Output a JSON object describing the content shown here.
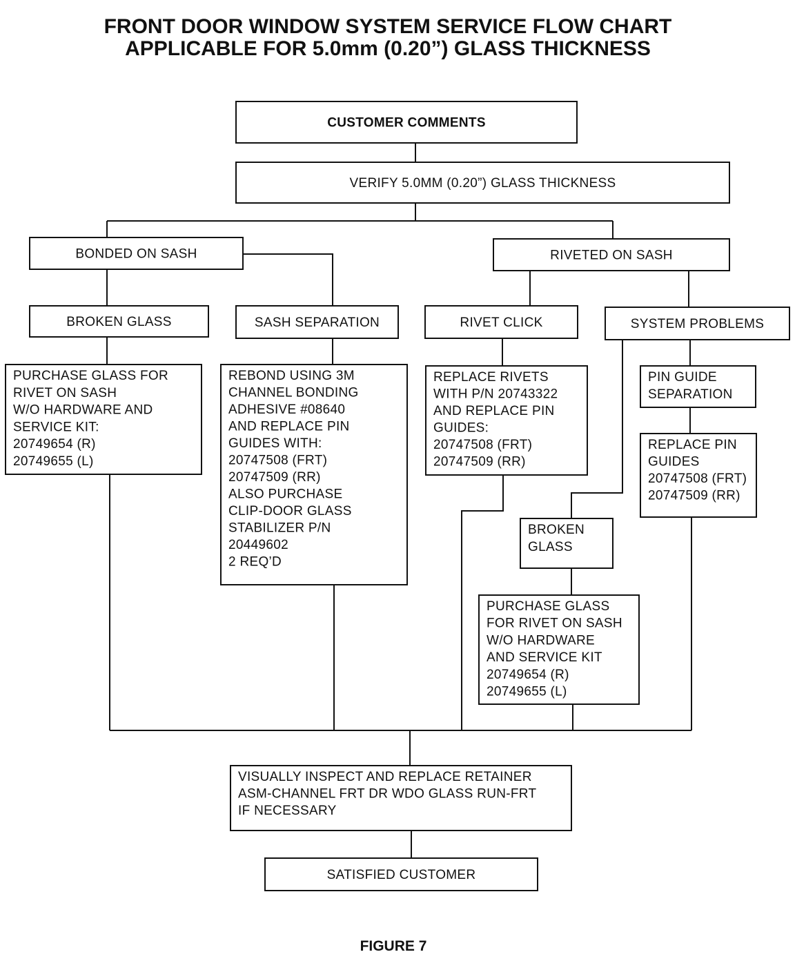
{
  "title": {
    "line1": "FRONT DOOR WINDOW SYSTEM SERVICE FLOW CHART",
    "line2": "APPLICABLE FOR 5.0mm (0.20”) GLASS THICKNESS"
  },
  "figure_label": "FIGURE 7",
  "nodes": {
    "customer_comments": [
      "CUSTOMER COMMENTS"
    ],
    "verify": [
      "VERIFY 5.0MM (0.20”) GLASS THICKNESS"
    ],
    "bonded": [
      "BONDED ON SASH"
    ],
    "riveted": [
      "RIVETED ON SASH"
    ],
    "broken_glass_1": [
      "BROKEN GLASS"
    ],
    "sash_separation": [
      "SASH SEPARATION"
    ],
    "rivet_click": [
      "RIVET CLICK"
    ],
    "system_problems": [
      "SYSTEM PROBLEMS"
    ],
    "purchase_glass_1": [
      "PURCHASE GLASS FOR",
      "RIVET ON SASH",
      "W/O HARDWARE AND",
      "SERVICE KIT:",
      "20749654 (R)",
      "20749655 (L)"
    ],
    "rebond": [
      "REBOND USING 3M",
      "CHANNEL BONDING",
      "ADHESIVE #08640",
      "AND REPLACE PIN",
      "GUIDES WITH:",
      "20747508 (FRT)",
      "20747509 (RR)",
      "ALSO PURCHASE",
      "CLIP-DOOR GLASS",
      "STABILIZER P/N",
      "20449602",
      "2 REQ’D"
    ],
    "replace_rivets": [
      "REPLACE RIVETS",
      "WITH P/N 20743322",
      "AND REPLACE PIN",
      "GUIDES:",
      "20747508 (FRT)",
      "20747509 (RR)"
    ],
    "pin_guide_separation": [
      "PIN GUIDE",
      "SEPARATION"
    ],
    "replace_pin_guides": [
      "REPLACE PIN",
      "GUIDES",
      "20747508 (FRT)",
      "20747509 (RR)"
    ],
    "broken_glass_2": [
      "BROKEN",
      "GLASS"
    ],
    "purchase_glass_2": [
      "PURCHASE GLASS",
      "FOR RIVET ON SASH",
      "W/O HARDWARE",
      "AND SERVICE KIT",
      "20749654 (R)",
      "20749655 (L)"
    ],
    "visually_inspect": [
      "VISUALLY INSPECT AND REPLACE RETAINER",
      "ASM-CHANNEL FRT DR WDO GLASS RUN-FRT",
      "IF NECESSARY"
    ],
    "satisfied": [
      "SATISFIED CUSTOMER"
    ]
  }
}
